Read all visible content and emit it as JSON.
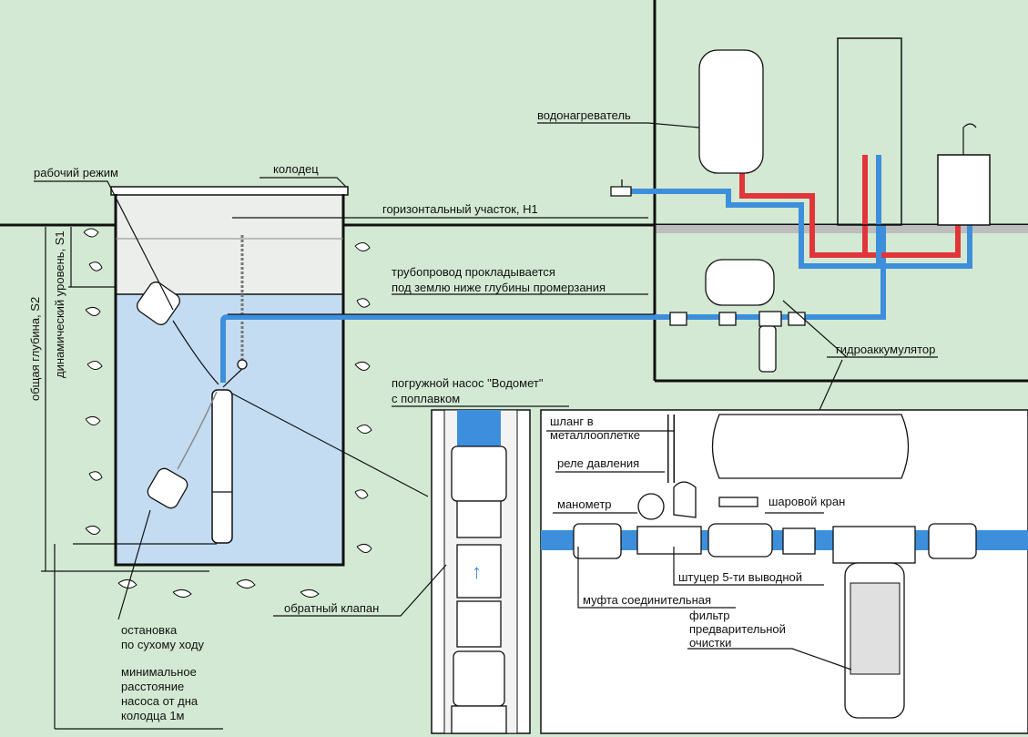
{
  "labels": {
    "water_heater": "водонагреватель",
    "well": "колодец",
    "working_mode": "рабочий режим",
    "horizontal_section": "горизонтальный участок, Н1",
    "pipeline_line1": "трубопровод прокладывается",
    "pipeline_line2": "под землю ниже глубины промерзания",
    "accumulator": "гидроаккумулятор",
    "pump_line1": "погружной насос  \"Водомет\"",
    "pump_line2": "с поплавком",
    "hose_line1": "шланг в",
    "hose_line2": "металлооплетке",
    "pressure_switch": "реле давления",
    "manometer": "манометр",
    "ball_valve": "шаровой кран",
    "fitting": "штуцер 5-ти выводной",
    "coupling": "муфта соединительная",
    "filter_line1": "фильтр",
    "filter_line2": "предварительной",
    "filter_line3": "очистки",
    "check_valve": "обратный клапан",
    "dry_run_line1": "остановка",
    "dry_run_line2": "по сухому ходу",
    "min_dist_line1": "минимальное",
    "min_dist_line2": "расстояние",
    "min_dist_line3": "насоса от дна",
    "min_dist_line4": "колодца 1м",
    "total_depth": "общая глубина, S2",
    "dynamic_level": "динамический уровень, S1"
  },
  "colors": {
    "ground": "#d3e9d3",
    "water": "#c3dcf2",
    "cold_pipe": "#3d8fdc",
    "hot_pipe": "#e2353a"
  }
}
